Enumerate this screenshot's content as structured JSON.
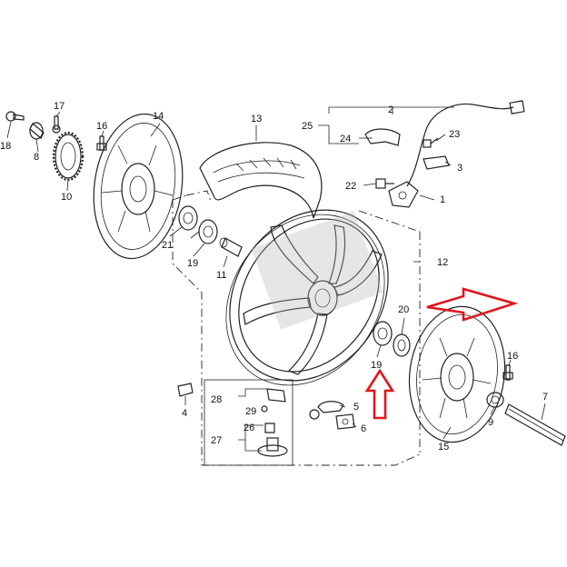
{
  "callouts": {
    "c1": "1",
    "c2": "2",
    "c3": "3",
    "c4": "4",
    "c5": "5",
    "c6": "6",
    "c7": "7",
    "c8": "8",
    "c9": "9",
    "c10": "10",
    "c11": "11",
    "c12": "12",
    "c13": "13",
    "c14": "14",
    "c15": "15",
    "c16a": "16",
    "c16b": "16",
    "c17": "17",
    "c18": "18",
    "c19a": "19",
    "c19b": "19",
    "c20": "20",
    "c21": "21",
    "c22": "22",
    "c23": "23",
    "c24": "24",
    "c25": "25",
    "c26": "26",
    "c27": "27",
    "c28": "28",
    "c29": "29"
  },
  "highlight": {
    "color": "#e0161b",
    "targets": [
      "20",
      "19"
    ]
  }
}
